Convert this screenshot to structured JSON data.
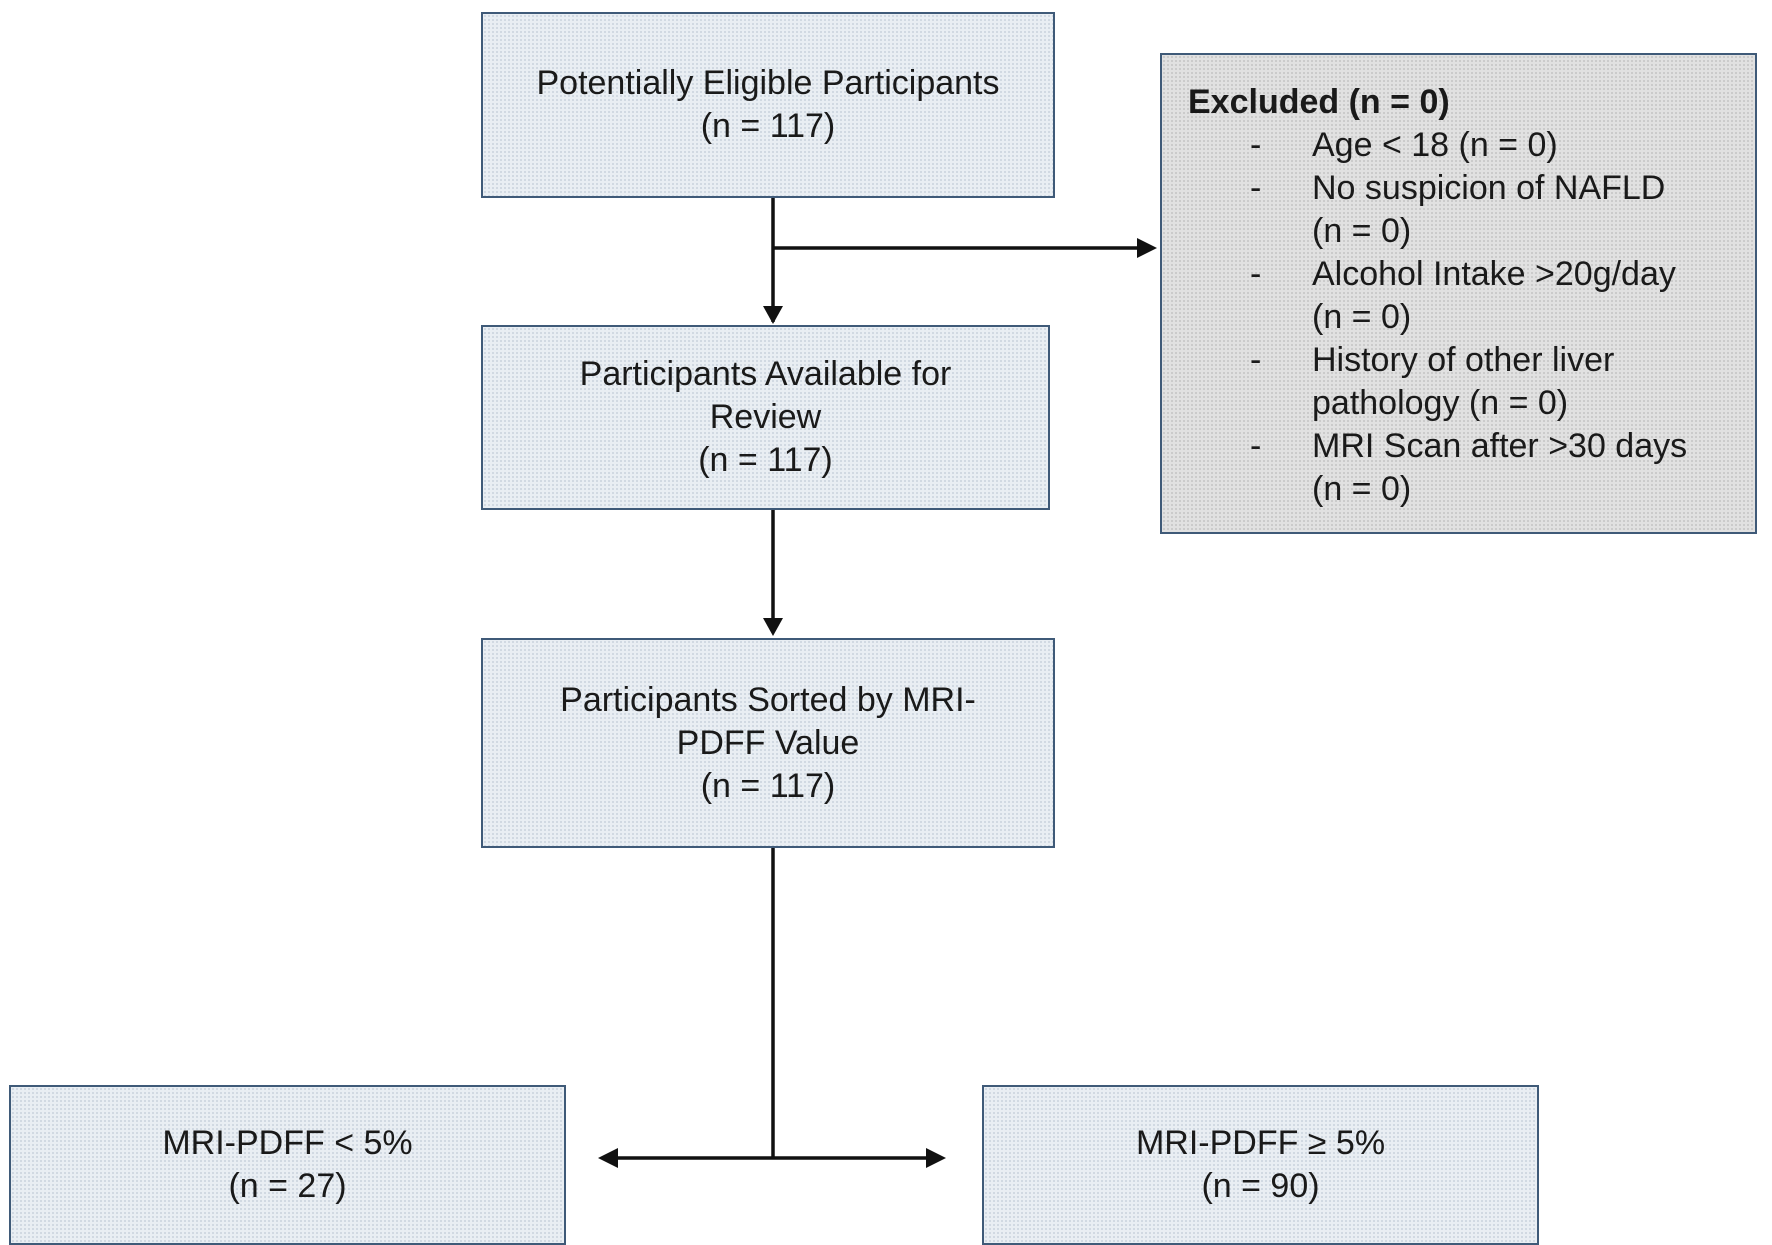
{
  "boxes": {
    "eligible": {
      "line1": "Potentially Eligible Participants",
      "line2": "(n = 117)"
    },
    "review": {
      "line1": "Participants Available for",
      "line2": "Review",
      "line3": "(n = 117)"
    },
    "sorted": {
      "line1": "Participants Sorted by MRI-",
      "line2": "PDFF Value",
      "line3": "(n = 117)"
    },
    "low": {
      "line1": "MRI-PDFF < 5%",
      "line2": "(n = 27)"
    },
    "high": {
      "line1": "MRI-PDFF ≥ 5%",
      "line2": "(n = 90)"
    }
  },
  "excluded": {
    "title": "Excluded (n = 0)",
    "bullet": "-",
    "items": [
      {
        "line1": "Age < 18 (n = 0)"
      },
      {
        "line1": "No suspicion of NAFLD",
        "line2": "(n = 0)"
      },
      {
        "line1": "Alcohol Intake >20g/day",
        "line2": "(n = 0)"
      },
      {
        "line1": "History of other liver",
        "line2": "pathology (n = 0)"
      },
      {
        "line1": "MRI Scan after >30 days",
        "line2": "(n = 0)"
      }
    ]
  },
  "colors": {
    "box_border": "#3f5a78",
    "box_fill": "#e9eef3",
    "excluded_fill": "#e1e1e1",
    "arrow": "#111111"
  }
}
